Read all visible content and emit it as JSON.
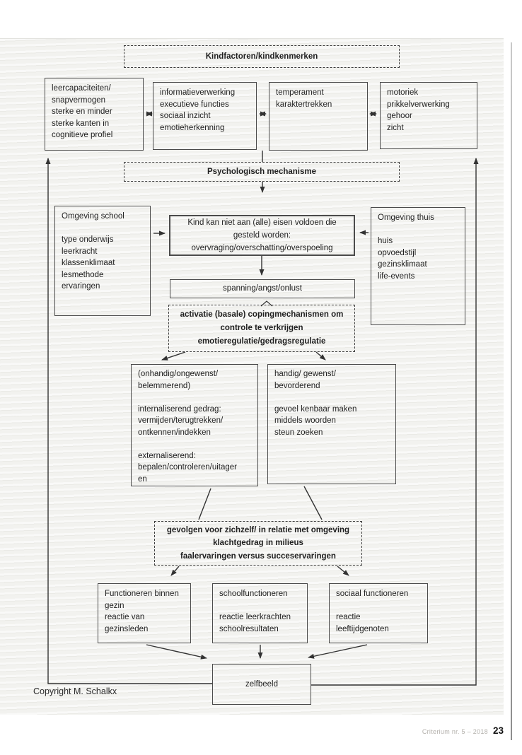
{
  "colors": {
    "ink": "#2a2a2a",
    "paper": "#f2f2ef"
  },
  "page": {
    "copyright": "Copyright M. Schalkx",
    "footer": {
      "journal": "Criterium nr. 5 – 2018",
      "page_number": "23"
    }
  },
  "boxes": {
    "kindfactoren": {
      "title": "Kindfactoren/kindkenmerken"
    },
    "leercapaciteiten": {
      "lines": [
        "leercapaciteiten/",
        "snapvermogen",
        "sterke en minder",
        "sterke kanten in",
        "cognitieve profiel"
      ]
    },
    "informatieverwerking": {
      "lines": [
        "informatieverwerking",
        "executieve functies",
        "sociaal inzicht",
        "emotieherkenning"
      ]
    },
    "temperament": {
      "lines": [
        "temperament",
        "karaktertrekken"
      ]
    },
    "motoriek": {
      "lines": [
        "motoriek",
        "prikkelverwerking",
        "gehoor",
        "zicht"
      ]
    },
    "psychologisch": {
      "title": "Psychologisch mechanisme"
    },
    "omgeving_school": {
      "lines": [
        "Omgeving school",
        "",
        "type onderwijs",
        "leerkracht",
        "klassenklimaat",
        "lesmethode",
        "ervaringen"
      ]
    },
    "kind_eisen": {
      "lines": [
        "Kind kan niet aan (alle) eisen voldoen die",
        "gesteld worden:",
        "overvraging/overschatting/overspoeling"
      ]
    },
    "omgeving_thuis": {
      "lines": [
        "Omgeving thuis",
        "",
        "huis",
        "opvoedstijl",
        "gezinsklimaat",
        "life-events"
      ]
    },
    "spanning": {
      "title": "spanning/angst/onlust"
    },
    "activatie": {
      "lines": [
        "activatie (basale) copingmechanismen om",
        "controle te verkrijgen",
        "emotieregulatie/gedragsregulatie"
      ]
    },
    "coping_onhandig": {
      "lines": [
        "(onhandig/ongewenst/",
        "belemmerend)",
        "",
        "internaliserend gedrag:",
        "vermijden/terugtrekken/",
        "ontkennen/indekken",
        "",
        "externaliserend:",
        "bepalen/controleren/uitager",
        "en"
      ]
    },
    "coping_handig": {
      "lines": [
        "handig/ gewenst/",
        "bevorderend",
        "",
        "gevoel kenbaar maken",
        "middels woorden",
        "steun zoeken"
      ]
    },
    "gevolgen": {
      "lines": [
        "gevolgen voor zichzelf/ in relatie met omgeving",
        "klachtgedrag in milieus",
        "faalervaringen versus succeservaringen"
      ]
    },
    "functioneren_gezin": {
      "lines": [
        "Functioneren binnen",
        "gezin",
        "reactie van",
        "gezinsleden"
      ]
    },
    "schoolfunctioneren": {
      "lines": [
        "schoolfunctioneren",
        "",
        "reactie leerkrachten",
        "schoolresultaten"
      ]
    },
    "sociaal_functioneren": {
      "lines": [
        "sociaal functioneren",
        "",
        "reactie",
        "leeftijdgenoten"
      ]
    },
    "zelfbeeld": {
      "title": "zelfbeeld"
    }
  }
}
